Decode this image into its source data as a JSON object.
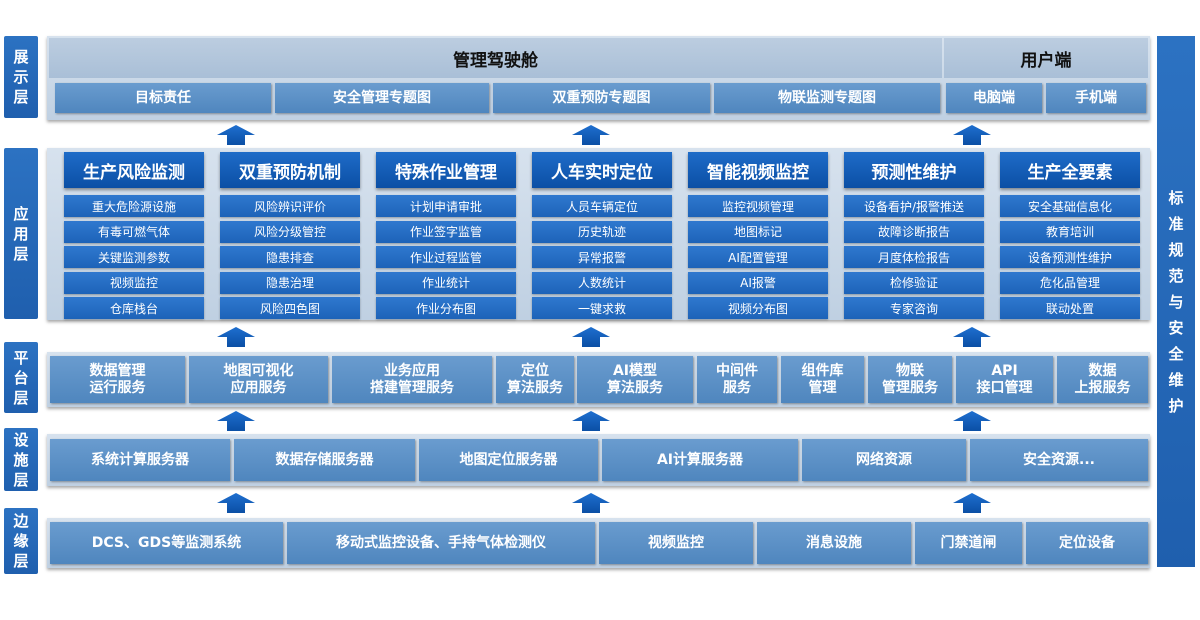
{
  "layers": {
    "display": "展示层",
    "application": "应用层",
    "platform": "平台层",
    "facility": "设施层",
    "edge": "边缘层"
  },
  "right_bar": "标准规范与安全维护",
  "display": {
    "cockpit": "管理驾驶舱",
    "user_end": "用户端",
    "items": [
      "目标责任",
      "安全管理专题图",
      "双重预防专题图",
      "物联监测专题图"
    ],
    "user_items": [
      "电脑端",
      "手机端"
    ]
  },
  "application": {
    "columns": [
      {
        "title": "生产风险监测",
        "items": [
          "重大危险源设施",
          "有毒可燃气体",
          "关键监测参数",
          "视频监控",
          "仓库栈台"
        ]
      },
      {
        "title": "双重预防机制",
        "items": [
          "风险辨识评价",
          "风险分级管控",
          "隐患排查",
          "隐患治理",
          "风险四色图"
        ]
      },
      {
        "title": "特殊作业管理",
        "items": [
          "计划申请审批",
          "作业签字监管",
          "作业过程监管",
          "作业统计",
          "作业分布图"
        ]
      },
      {
        "title": "人车实时定位",
        "items": [
          "人员车辆定位",
          "历史轨迹",
          "异常报警",
          "人数统计",
          "一键求救"
        ]
      },
      {
        "title": "智能视频监控",
        "items": [
          "监控视频管理",
          "地图标记",
          "AI配置管理",
          "AI报警",
          "视频分布图"
        ]
      },
      {
        "title": "预测性维护",
        "items": [
          "设备看护/报警推送",
          "故障诊断报告",
          "月度体检报告",
          "检修验证",
          "专家咨询"
        ]
      },
      {
        "title": "生产全要素",
        "items": [
          "安全基础信息化",
          "教育培训",
          "设备预测性维护",
          "危化品管理",
          "联动处置"
        ]
      }
    ]
  },
  "platform": {
    "items": [
      [
        "数据管理",
        "运行服务"
      ],
      [
        "地图可视化",
        "应用服务"
      ],
      [
        "业务应用",
        "搭建管理服务"
      ],
      [
        "定位",
        "算法服务"
      ],
      [
        "AI模型",
        "算法服务"
      ],
      [
        "中间件",
        "服务"
      ],
      [
        "组件库",
        "管理"
      ],
      [
        "物联",
        "管理服务"
      ],
      [
        "API",
        "接口管理"
      ],
      [
        "数据",
        "上报服务"
      ]
    ]
  },
  "facility": {
    "items": [
      "系统计算服务器",
      "数据存储服务器",
      "地图定位服务器",
      "AI计算服务器",
      "网络资源",
      "安全资源..."
    ]
  },
  "edge": {
    "items": [
      "DCS、GDS等监测系统",
      "移动式监控设备、手持气体检测仪",
      "视频监控",
      "消息设施",
      "门禁道闸",
      "定位设备"
    ]
  },
  "colors": {
    "accent_dark": "#0b4fa5",
    "accent": "#2f78cf",
    "box": "#5b91c7",
    "band": "#c9d7e7"
  }
}
